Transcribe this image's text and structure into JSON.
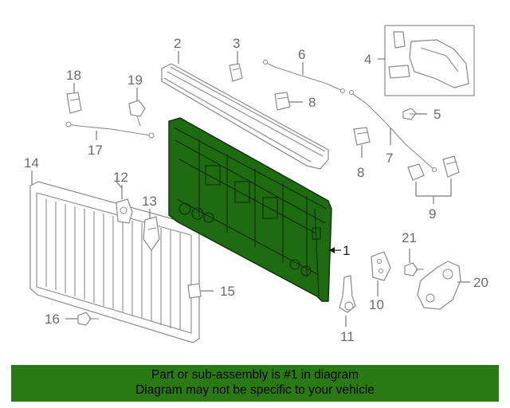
{
  "callouts": {
    "c1": "1",
    "c2": "2",
    "c3": "3",
    "c4": "4",
    "c5": "5",
    "c6": "6",
    "c7": "7",
    "c8a": "8",
    "c8b": "8",
    "c9": "9",
    "c10": "10",
    "c11": "11",
    "c12": "12",
    "c13": "13",
    "c14": "14",
    "c15": "15",
    "c16": "16",
    "c17": "17",
    "c18": "18",
    "c19": "19",
    "c20": "20",
    "c21": "21"
  },
  "footer": {
    "line1": "Part or sub-assembly is #1 in diagram",
    "line2": "Diagram may not be specific to your vehicle"
  },
  "colors": {
    "highlight_part": "#1e6b12",
    "footer_background": "#2a7a14"
  }
}
